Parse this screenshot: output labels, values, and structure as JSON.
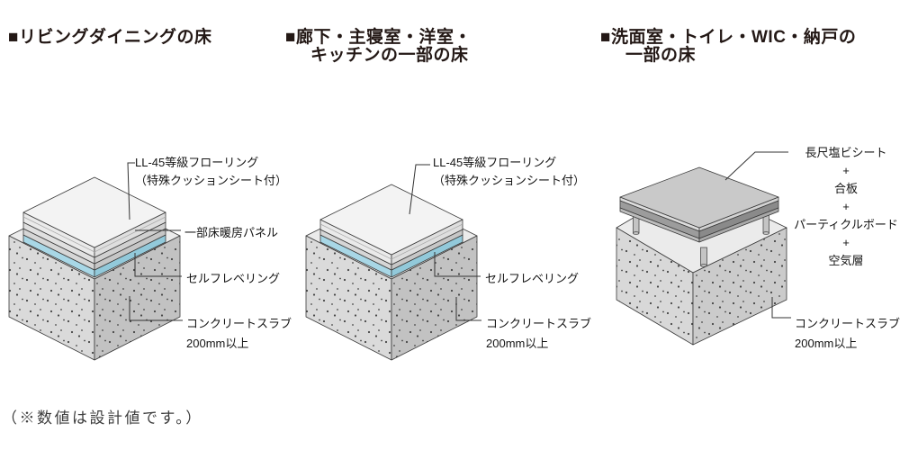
{
  "note": "（※数値は設計値です。）",
  "colors": {
    "heading_text": "#231815",
    "label_text": "#151515",
    "leader_line": "#333333",
    "self_leveling_blue": "#a8d7e6",
    "concrete_gray": "#d4d4d4",
    "flooring_top_white": "#f3f3f3",
    "panel_board_gray": "#9c9c9c"
  },
  "sections": [
    {
      "id": "living-dining-floor",
      "heading_lines": [
        "■リビングダイニングの床"
      ],
      "labels": {
        "flooring_line1": "LL-45等級フローリング",
        "flooring_line2": "（特殊クッションシート付）",
        "heating_panel": "一部床暖房パネル",
        "self_leveling": "セルフレベリング",
        "slab_line1": "コンクリートスラブ",
        "slab_line2": "200mm以上"
      }
    },
    {
      "id": "hallway-bedroom-floor",
      "heading_lines": [
        "■廊下・主寝室・洋室・",
        "キッチンの一部の床"
      ],
      "labels": {
        "flooring_line1": "LL-45等級フローリング",
        "flooring_line2": "（特殊クッションシート付）",
        "self_leveling": "セルフレベリング",
        "slab_line1": "コンクリートスラブ",
        "slab_line2": "200mm以上"
      }
    },
    {
      "id": "washroom-toilet-floor",
      "heading_lines": [
        "■洗面室・トイレ・WIC・納戸の",
        "一部の床"
      ],
      "labels": {
        "layer_stack": [
          "長尺塩ビシート",
          "+",
          "合板",
          "+",
          "パーティクルボード",
          "+",
          "空気層"
        ],
        "slab_line1": "コンクリートスラブ",
        "slab_line2": "200mm以上"
      }
    }
  ]
}
